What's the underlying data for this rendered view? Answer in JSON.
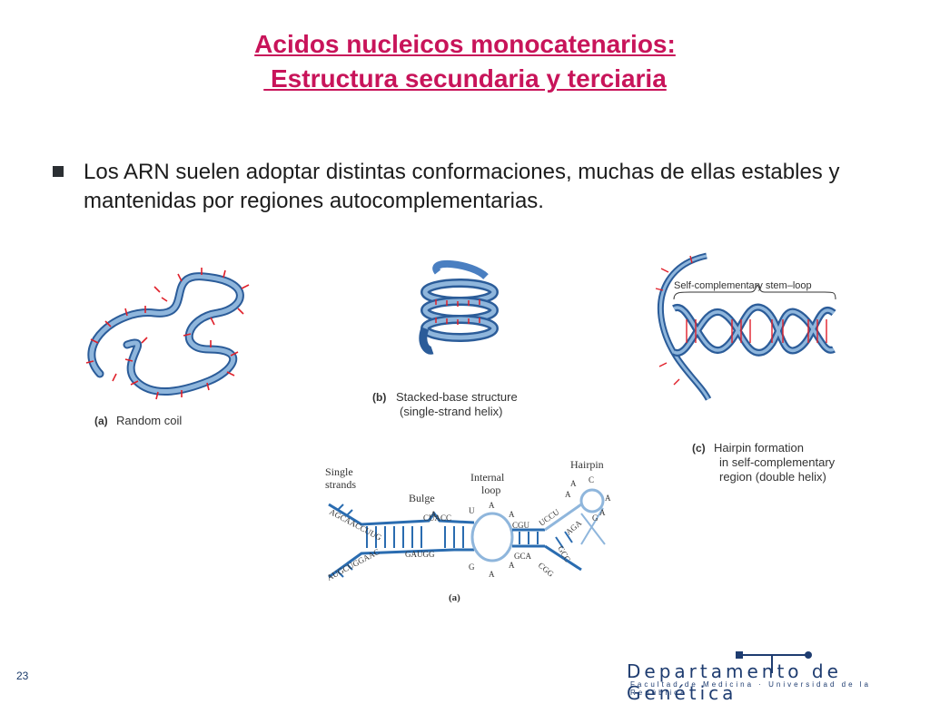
{
  "title": {
    "line1": "Acidos nucleicos monocatenarios:",
    "line2": " Estructura secundaria y terciaria"
  },
  "bullet": "Los ARN suelen adoptar distintas conformaciones, muchas de ellas estables y mantenidas por regiones autocomplementarias.",
  "figures": {
    "a_label": "(a)",
    "a_caption": "Random coil",
    "b_label": "(b)",
    "b_caption_1": "Stacked-base structure",
    "b_caption_2": "(single-strand helix)",
    "c_label": "(c)",
    "c_caption_1": "Hairpin formation",
    "c_caption_2": "in self-complementary",
    "c_caption_3": "region (double helix)",
    "c_annotation": "Self-complementary stem–loop"
  },
  "structure": {
    "single_strands": [
      "Single",
      "strands"
    ],
    "bulge": "Bulge",
    "internal_loop": [
      "Internal",
      "loop"
    ],
    "hairpin": "Hairpin",
    "panel_label": "(a)",
    "top_seq_1": "AGCAACCUUG",
    "top_seq_2": "CUACC",
    "top_seq_3": "CGU",
    "top_seq_4": "UCCU",
    "bot_seq_1": "AUGCUGGAAC",
    "bot_seq_2": "GAUGG",
    "bot_seq_3": "GCA",
    "bot_seq_4": "CGG",
    "bulge_base": "A",
    "loop_top_left": "U",
    "loop_top": "A",
    "loop_top_right": "A",
    "loop_bot_left": "G",
    "loop_bot": "A",
    "loop_bot_right": "A",
    "hairpin_bases": [
      "A",
      "C",
      "A",
      "A",
      "G",
      "A"
    ],
    "hairpin_stem_top": "AGA",
    "hairpin_stem_bot": "GCC"
  },
  "footer": {
    "slide_number": "23",
    "department": "Departamento de Genética",
    "faculty": "Facultad de Medicina · Universidad de la República"
  },
  "colors": {
    "title": "#c8145a",
    "strand_fill": "#4a7fc1",
    "strand_light": "#a8c8e4",
    "base_tick": "#e0202a",
    "diagram_blue": "#2a6cb0",
    "footer_blue": "#1e3c70"
  }
}
